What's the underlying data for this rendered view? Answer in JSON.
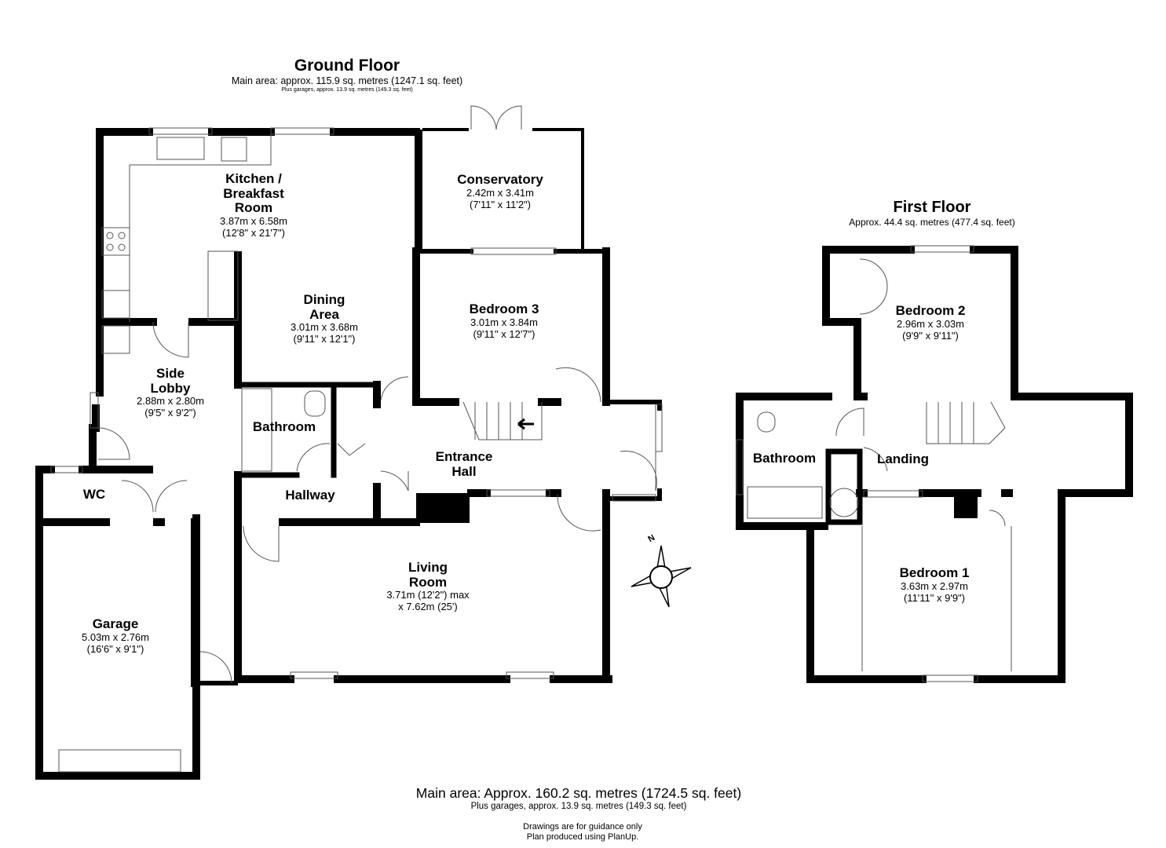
{
  "ground_floor": {
    "title": "Ground Floor",
    "area": "Main area: approx. 115.9 sq. metres (1247.1 sq. feet)",
    "garages": "Plus garages, approx. 13.9 sq. metres (149.3 sq. feet)",
    "rooms": [
      {
        "name": "Kitchen / Breakfast Room",
        "line1": "Kitchen /",
        "line2": "Breakfast",
        "line3": "Room",
        "dims": "3.87m x 6.58m",
        "imperial": "(12'8\" x 21'7\")"
      },
      {
        "name": "Conservatory",
        "dims": "2.42m x 3.41m",
        "imperial": "(7'11\" x 11'2\")"
      },
      {
        "name": "Dining Area",
        "line1": "Dining",
        "line2": "Area",
        "dims": "3.01m x 3.68m",
        "imperial": "(9'11\" x 12'1\")"
      },
      {
        "name": "Bedroom 3",
        "dims": "3.01m x 3.84m",
        "imperial": "(9'11\" x 12'7\")"
      },
      {
        "name": "Side Lobby",
        "line1": "Side",
        "line2": "Lobby",
        "dims": "2.88m x 2.80m",
        "imperial": "(9'5\" x 9'2\")"
      },
      {
        "name": "Bathroom"
      },
      {
        "name": "Entrance Hall",
        "line1": "Entrance",
        "line2": "Hall"
      },
      {
        "name": "WC"
      },
      {
        "name": "Hallway"
      },
      {
        "name": "Living Room",
        "line1": "Living",
        "line2": "Room",
        "dims": "3.71m (12'2\") max",
        "imperial": "x 7.62m (25')"
      },
      {
        "name": "Garage",
        "dims": "5.03m x 2.76m",
        "imperial": "(16'6\" x 9'1\")"
      }
    ]
  },
  "first_floor": {
    "title": "First Floor",
    "area": "Approx. 44.4 sq. metres (477.4 sq. feet)",
    "rooms": [
      {
        "name": "Bedroom 2",
        "dims": "2.96m x 3.03m",
        "imperial": "(9'9\" x 9'11\")"
      },
      {
        "name": "Bathroom"
      },
      {
        "name": "Landing"
      },
      {
        "name": "Bedroom 1",
        "dims": "3.63m x 2.97m",
        "imperial": "(11'11\" x 9'9\")"
      }
    ]
  },
  "compass": {
    "icon": "compass-north-icon",
    "label": "N"
  },
  "footer": {
    "main_area": "Main area: Approx. 160.2 sq. metres (1724.5 sq. feet)",
    "garages": "Plus garages, approx. 13.9 sq. metres (149.3 sq. feet)",
    "note1": "Drawings are for guidance only",
    "note2": "Plan produced using PlanUp."
  },
  "colors": {
    "wall": "#000000",
    "background": "#ffffff",
    "fixture": "#555555"
  }
}
